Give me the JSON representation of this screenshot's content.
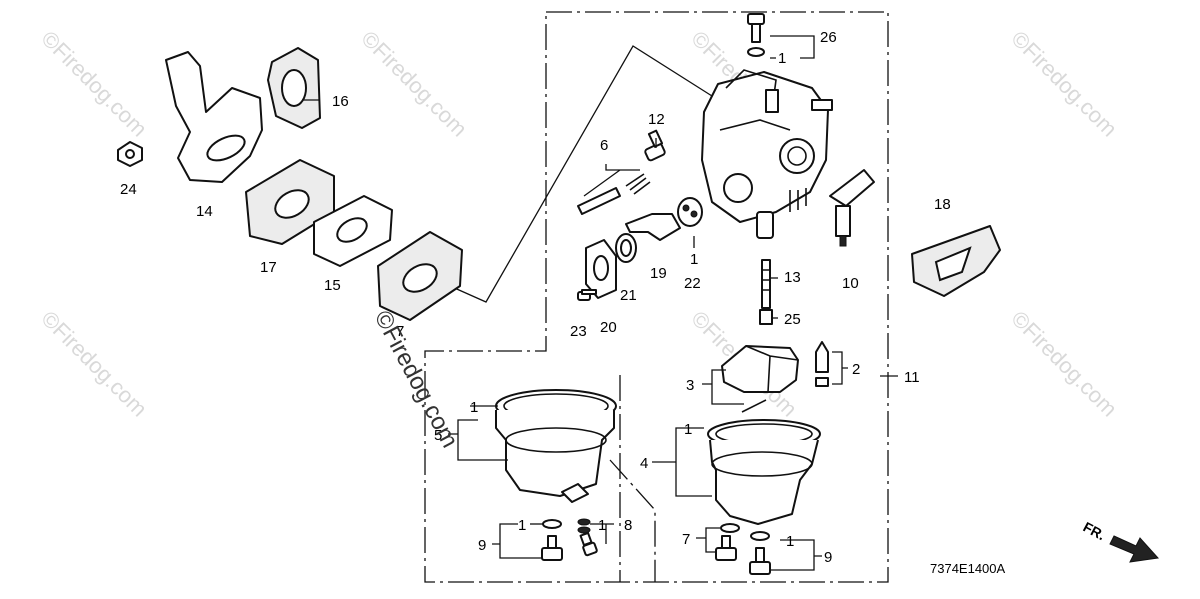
{
  "diagram": {
    "part_labels": [
      "26",
      "1",
      "16",
      "12",
      "6",
      "24",
      "14",
      "17",
      "15",
      "7",
      "18",
      "10",
      "13",
      "19",
      "1",
      "22",
      "21",
      "20",
      "23",
      "25",
      "2",
      "11",
      "3",
      "1",
      "5",
      "1",
      "4",
      "1",
      "8",
      "9",
      "1",
      "7",
      "1",
      "9"
    ],
    "drawing_code": "7374E1400A",
    "direction_label": "FR.",
    "watermark": "©Firedog.com",
    "watermark_center": "©Firedog.com"
  }
}
